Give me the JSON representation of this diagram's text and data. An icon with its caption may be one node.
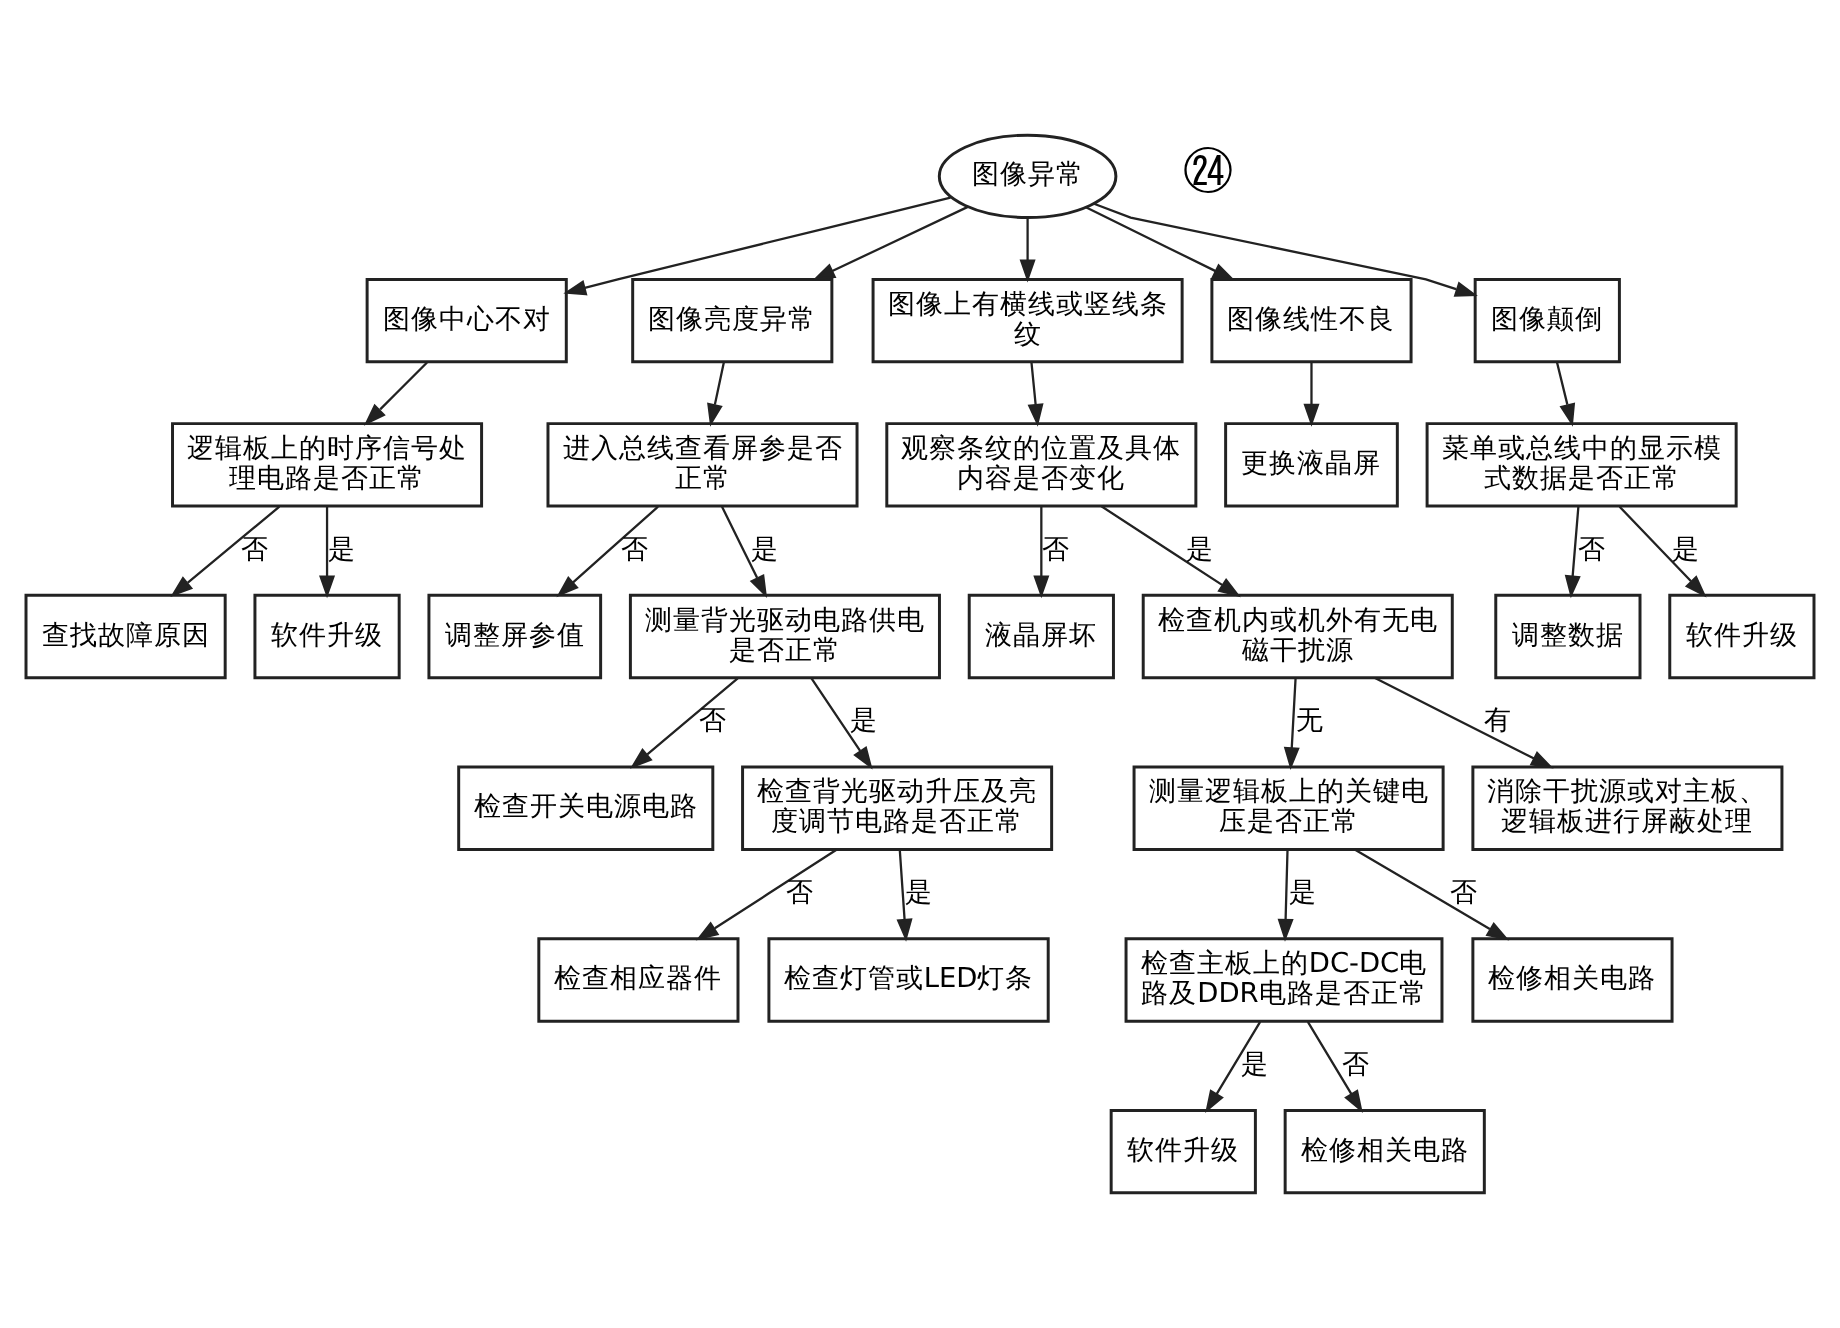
{
  "diagram": {
    "nodes": [
      {
        "text": [
          "图像异常"
        ]
      },
      {
        "text": [
          "图像中心不对"
        ]
      },
      {
        "text": [
          "图像亮度异常"
        ]
      },
      {
        "text": [
          "图像上有横线或竖线条纹"
        ]
      },
      {
        "text": [
          "图像线性不良"
        ]
      },
      {
        "text": [
          "图像颠倒"
        ]
      },
      {
        "text": [
          "逻辑板上的时序信号处理电路是否正常"
        ]
      },
      {
        "text": [
          "进入总线查看屏参是否正常"
        ]
      },
      {
        "text": [
          "观察条纹的位置及具体内容是否变化"
        ]
      },
      {
        "text": [
          "更换液晶屏"
        ]
      },
      {
        "text": [
          "菜单或总线中的显示模式数据是否正常"
        ]
      },
      {
        "text": [
          "查找故障原因"
        ]
      },
      {
        "text": [
          "软件升级"
        ]
      },
      {
        "text": [
          "调整屏参值"
        ]
      },
      {
        "text": [
          "调整数据"
        ]
      },
      {
        "text": [
          "软件升级"
        ]
      },
      {
        "text": [
          "测量背光驱动电路供电是否正常"
        ]
      },
      {
        "text": [
          "液晶屏坏"
        ]
      },
      {
        "text": [
          "检查机内或机外有无电磁干扰源"
        ]
      },
      {
        "text": [
          "检查开关电源电路"
        ]
      },
      {
        "text": [
          "检查背光驱动升压及亮度调节电路是否正常"
        ]
      },
      {
        "text": [
          "测量逻辑板上的关键电压是否正常"
        ]
      },
      {
        "text": [
          "消除干扰源或对主板、逻辑板进行屏蔽处理"
        ]
      },
      {
        "text": [
          "检查相应器件"
        ]
      },
      {
        "text": [
          "检查灯管或LED灯条"
        ]
      },
      {
        "text": [
          "检查主板上的DC-DC电路及DDR电路是否正常"
        ]
      },
      {
        "text": [
          "检修相关电路"
        ]
      },
      {
        "text": [
          "软件升级"
        ]
      },
      {
        "text": [
          "检修相关电路"
        ]
      }
    ],
    "edges": [
      {
        "from": 0,
        "to": 1,
        "arrow": "to"
      },
      {
        "from": 0,
        "to": 2,
        "arrow": "to"
      },
      {
        "from": 0,
        "to": 3,
        "arrow": "to"
      },
      {
        "from": 0,
        "to": 4,
        "arrow": "to"
      },
      {
        "from": 0,
        "to": 5,
        "arrow": "to"
      },
      {
        "from": 1,
        "to": 6,
        "arrow": "to"
      },
      {
        "from": 6,
        "to": 11,
        "label": "否",
        "arrow": "to"
      },
      {
        "from": 6,
        "to": 12,
        "label": "是",
        "arrow": "to"
      },
      {
        "from": 2,
        "to": 7,
        "arrow": "to"
      },
      {
        "from": 7,
        "to": 16,
        "label": "是",
        "arrow": "to"
      },
      {
        "from": 7,
        "to": 13,
        "label": "否",
        "arrow": "to"
      },
      {
        "from": 3,
        "to": 8,
        "arrow": "to"
      },
      {
        "from": 8,
        "to": 17,
        "label": "否",
        "arrow": "to"
      },
      {
        "from": 8,
        "to": 18,
        "label": "是",
        "arrow": "to"
      },
      {
        "from": 4,
        "to": 9,
        "arrow": "to"
      },
      {
        "from": 5,
        "to": 10,
        "arrow": "to"
      },
      {
        "from": 10,
        "to": 14,
        "label": "否",
        "arrow": "to"
      },
      {
        "from": 10,
        "to": 15,
        "label": "是",
        "arrow": "to"
      },
      {
        "from": 16,
        "to": 19,
        "label": "否",
        "arrow": "to"
      },
      {
        "from": 16,
        "to": 20,
        "label": "是",
        "arrow": "to"
      },
      {
        "from": 20,
        "to": 23,
        "label": "否",
        "arrow": "to"
      },
      {
        "from": 20,
        "to": 24,
        "label": "是",
        "arrow": "to"
      },
      {
        "from": 18,
        "to": 21,
        "label": "无",
        "arrow": "to"
      },
      {
        "from": 18,
        "to": 22,
        "label": "有",
        "arrow": "to"
      },
      {
        "from": 21,
        "to": 25,
        "label": "是",
        "arrow": "to"
      },
      {
        "from": 21,
        "to": 26,
        "label": "否",
        "arrow": "to"
      },
      {
        "from": 25,
        "to": 27,
        "label": "是",
        "arrow": "to"
      },
      {
        "from": 25,
        "to": 28,
        "label": "否",
        "arrow": "to"
      }
    ],
    "labels": [
      "㉔"
    ]
  }
}
